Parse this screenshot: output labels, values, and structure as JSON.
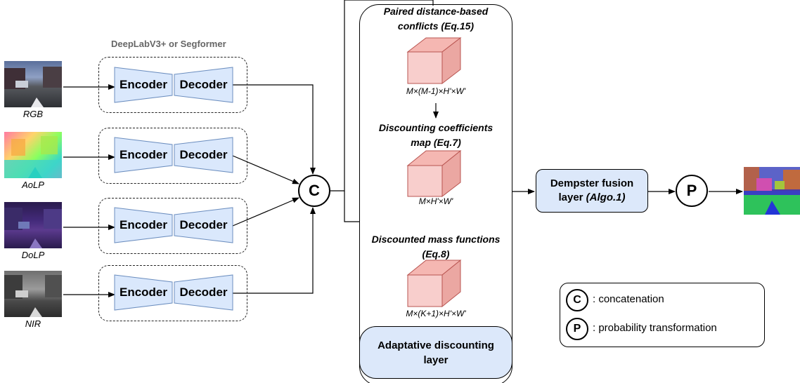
{
  "inputs": [
    {
      "label": "RGB"
    },
    {
      "label": "AoLP"
    },
    {
      "label": "DoLP"
    },
    {
      "label": "NIR"
    }
  ],
  "backbone_title": "DeepLabV3+ or Segformer",
  "encoder_label": "Encoder",
  "decoder_label": "Decoder",
  "concat_symbol": "C",
  "prob_symbol": "P",
  "steps": {
    "paired_title_line1": "Paired distance-based",
    "paired_title_line2": "conflicts (Eq.15)",
    "paired_dims": "M×(M-1)×H'×W'",
    "discount_coef_line1": "Discounting coefficients",
    "discount_coef_line2": "map (Eq.7)",
    "discount_coef_dims": "M×H'×W'",
    "discounted_mass_line1": "Discounted mass functions",
    "discounted_mass_line2": "(Eq.8)",
    "discounted_mass_dims": "M×(K+1)×H'×W'"
  },
  "adaptive_layer_line1": "Adaptative discounting",
  "adaptive_layer_line2": "layer",
  "dempster_line1": "Dempster fusion",
  "dempster_line2_prefix": "layer ",
  "dempster_line2_ref": "(Algo.1)",
  "legend": {
    "c_text": ": concatenation",
    "p_text": ": probability transformation"
  },
  "colors": {
    "block_fill": "#dae8fc",
    "block_stroke": "#6c8ebf",
    "cube_fill": "#f8cecc",
    "cube_stroke": "#b85450"
  }
}
